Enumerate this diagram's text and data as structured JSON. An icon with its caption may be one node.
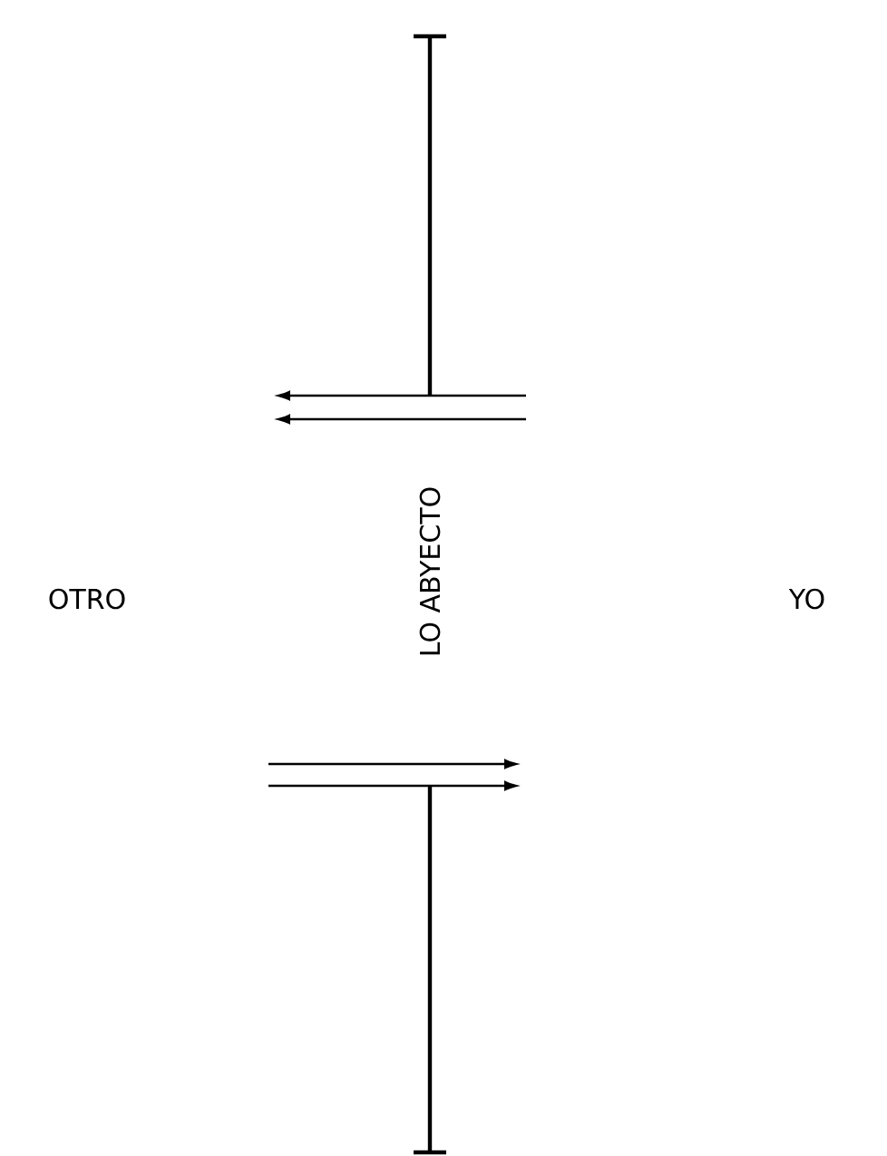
{
  "diagram": {
    "labels": [
      "OTRO",
      "LO ABYECTO",
      "YO"
    ]
  }
}
